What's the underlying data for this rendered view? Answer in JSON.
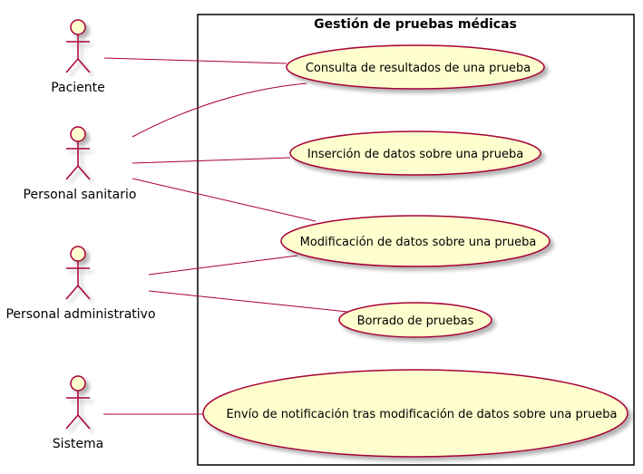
{
  "system": {
    "title": "Gestión de pruebas médicas"
  },
  "actors": [
    {
      "id": "paciente",
      "label": "Paciente"
    },
    {
      "id": "sanitario",
      "label": "Personal sanitario"
    },
    {
      "id": "administrativo",
      "label": "Personal administrativo"
    },
    {
      "id": "sistema",
      "label": "Sistema"
    }
  ],
  "use_cases": [
    {
      "id": "consulta",
      "label": "Consulta de resultados de una prueba"
    },
    {
      "id": "insercion",
      "label": "Inserción de datos sobre una prueba"
    },
    {
      "id": "modificacion",
      "label": "Modificación de datos sobre una prueba"
    },
    {
      "id": "borrado",
      "label": "Borrado de pruebas"
    },
    {
      "id": "envio",
      "label": "Envío de notificación tras modificación de datos sobre una prueba"
    }
  ],
  "associations": [
    {
      "actor": "paciente",
      "use_case": "consulta"
    },
    {
      "actor": "sanitario",
      "use_case": "consulta"
    },
    {
      "actor": "sanitario",
      "use_case": "insercion"
    },
    {
      "actor": "sanitario",
      "use_case": "modificacion"
    },
    {
      "actor": "administrativo",
      "use_case": "modificacion"
    },
    {
      "actor": "administrativo",
      "use_case": "borrado"
    },
    {
      "actor": "sistema",
      "use_case": "envio"
    }
  ],
  "colors": {
    "actor_fill": "#FEFECE",
    "actor_stroke": "#A80036",
    "usecase_fill": "#FEFECE",
    "usecase_stroke": "#A80036",
    "line": "#A80036",
    "frame": "#000000"
  }
}
